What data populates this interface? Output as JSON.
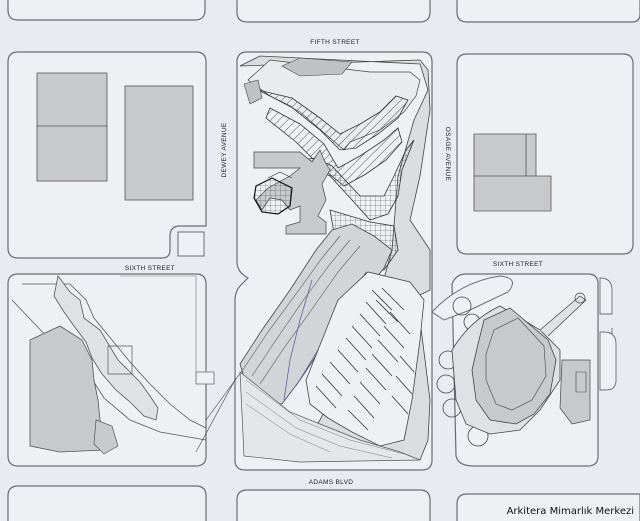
{
  "streets": {
    "fifth": "FIFTH STREET",
    "sixth_left": "SIXTH STREET",
    "sixth_right": "SIXTH STREET",
    "adams": "ADAMS BLVD",
    "dewey": "DEWEY AVENUE",
    "osage": "OSAGE AVENUE"
  },
  "credit": "Arkitera Mimarlık Merkezi",
  "colors": {
    "background": "#e8ecf0",
    "block_outline": "#6a6d72",
    "building_fill": "#c8c9cb",
    "line": "#333333"
  }
}
